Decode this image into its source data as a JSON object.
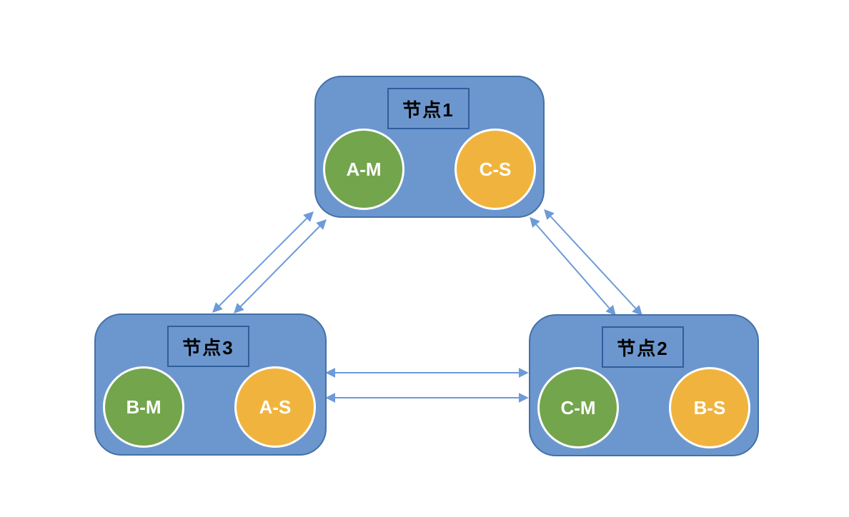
{
  "diagram": {
    "nodes": [
      {
        "id": "node-1",
        "label": "节点1",
        "circles": [
          {
            "label": "A-M",
            "color": "#73A54D"
          },
          {
            "label": "C-S",
            "color": "#F0B43E"
          }
        ]
      },
      {
        "id": "node-3",
        "label": "节点3",
        "circles": [
          {
            "label": "B-M",
            "color": "#73A54D"
          },
          {
            "label": "A-S",
            "color": "#F0B43E"
          }
        ]
      },
      {
        "id": "node-2",
        "label": "节点2",
        "circles": [
          {
            "label": "C-M",
            "color": "#73A54D"
          },
          {
            "label": "B-S",
            "color": "#F0B43E"
          }
        ]
      }
    ],
    "connections": [
      {
        "from": "节点1",
        "to": "节点3",
        "bidirectional": true,
        "parallel_lines": 2
      },
      {
        "from": "节点1",
        "to": "节点2",
        "bidirectional": true,
        "parallel_lines": 2
      },
      {
        "from": "节点3",
        "to": "节点2",
        "bidirectional": true,
        "parallel_lines": 2
      }
    ],
    "colors": {
      "background": "#FFFFFF",
      "node_fill": "#6C97CE",
      "node_border": "#4470A6",
      "label_box_border": "#2E5E9C",
      "green_circle": "#73A54D",
      "orange_circle": "#F0B43E",
      "circle_border": "#FFFFFF",
      "arrow": "#6D9AD8",
      "node_label_text": "#000000",
      "circle_label_text": "#FFFFFF"
    }
  }
}
